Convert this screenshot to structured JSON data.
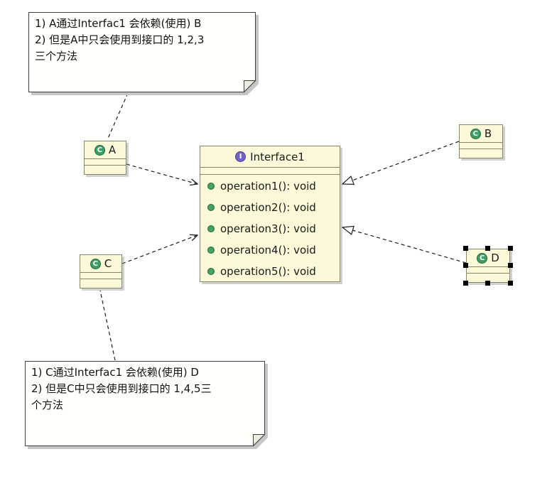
{
  "notes": {
    "a": {
      "line1": "1) A通过Interfac1 会依赖(使用) B",
      "line2": "2) 但是A中只会使用到接口的 1,2,3",
      "line3": "三个方法"
    },
    "c": {
      "line1": "1) C通过Interfac1 会依赖(使用) D",
      "line2": "2) 但是C中只会使用到接口的 1,4,5三",
      "line3": "个方法"
    }
  },
  "interface1": {
    "name": "Interface1",
    "icon_letter": "I",
    "methods": [
      "operation1(): void",
      "operation2(): void",
      "operation3(): void",
      "operation4(): void",
      "operation5(): void"
    ]
  },
  "classes": {
    "a": {
      "label": "A",
      "icon_letter": "C"
    },
    "b": {
      "label": "B",
      "icon_letter": "C"
    },
    "c": {
      "label": "C",
      "icon_letter": "C"
    },
    "d": {
      "label": "D",
      "icon_letter": "C"
    }
  },
  "colors": {
    "box_fill": "#FCF9D8",
    "box_border": "#86866B",
    "class_icon_green": "#3E9E63",
    "interface_icon_purple": "#7264C9",
    "method_icon_green": "#46A065",
    "connector": "#1C1C1C",
    "note_fill": "#FFFFFB",
    "selection_handle": "#000000"
  }
}
